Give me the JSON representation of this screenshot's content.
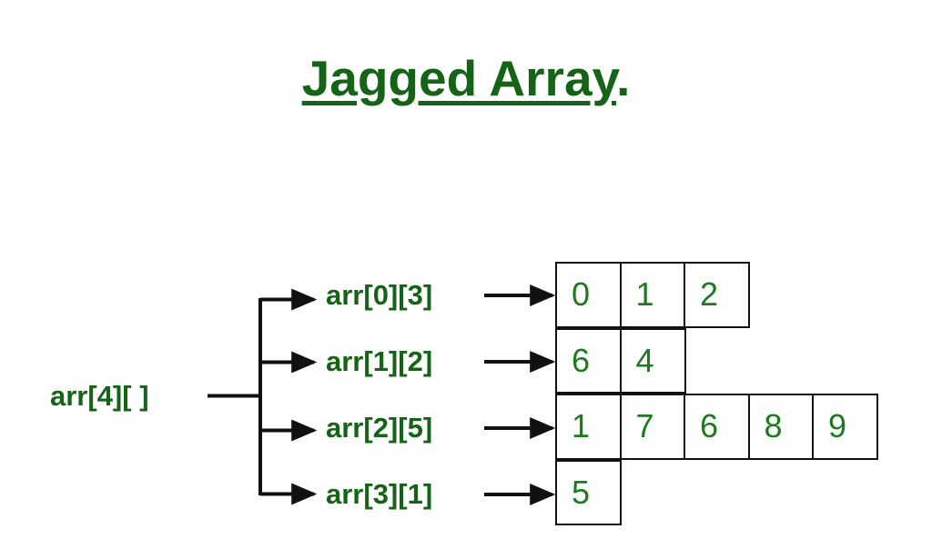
{
  "title": {
    "underlined_text": "Jagged Array",
    "trailing_text": "."
  },
  "colors": {
    "title_green": "#156316",
    "label_green": "#156316",
    "cell_value_green": "#1d7a1f",
    "line_black": "#111111",
    "background": "#ffffff"
  },
  "root": {
    "label": "arr[4][ ]"
  },
  "rows": [
    {
      "label": "arr[0][3]",
      "values": [
        "0",
        "1",
        "2"
      ]
    },
    {
      "label": "arr[1][2]",
      "values": [
        "6",
        "4"
      ]
    },
    {
      "label": "arr[2][5]",
      "values": [
        "1",
        "7",
        "6",
        "8",
        "9"
      ]
    },
    {
      "label": "arr[3][1]",
      "values": [
        "5"
      ]
    }
  ],
  "icons": {
    "branch_arrow": "arrow-right-icon",
    "row_arrow": "arrow-right-icon",
    "tree_trunk": "tree-connector-icon"
  }
}
